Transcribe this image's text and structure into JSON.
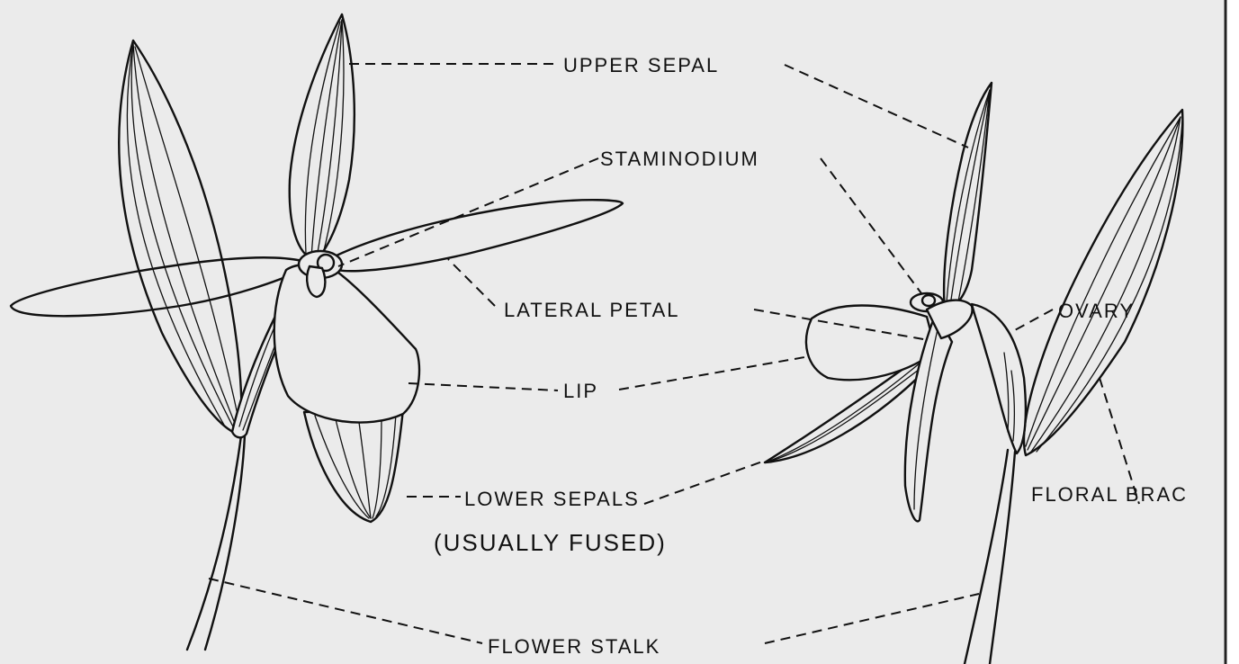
{
  "diagram": {
    "labels": {
      "upper_sepal": "UPPER SEPAL",
      "staminodium": "STAMINODIUM",
      "lateral_petal": "LATERAL PETAL",
      "ovary": "OVARY",
      "lip": "LIP",
      "lower_sepals": "LOWER SEPALS",
      "lower_sepals_note": "(USUALLY FUSED)",
      "floral_bract": "FLORAL BRAC",
      "flower_stalk": "FLOWER STALK"
    }
  }
}
